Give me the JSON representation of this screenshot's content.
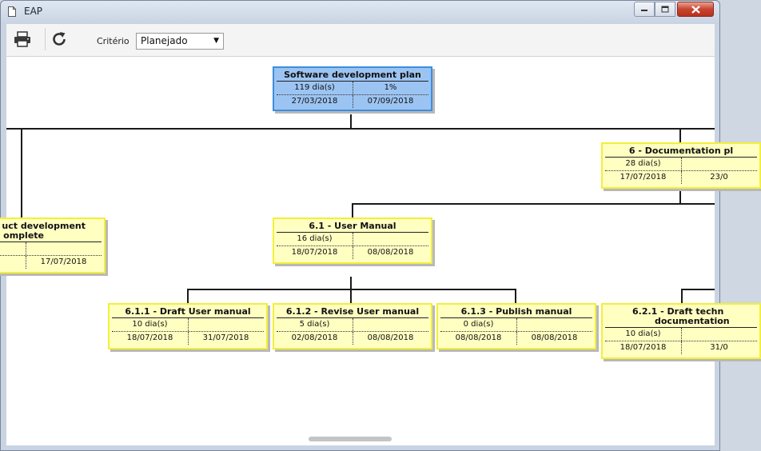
{
  "window": {
    "title": "EAP",
    "colors": {
      "close": "#c8442f"
    }
  },
  "toolbar": {
    "print_icon": "printer-icon",
    "refresh_icon": "refresh-icon",
    "criteria_label": "Critério",
    "criteria_value": "Planejado"
  },
  "nodes": {
    "root": {
      "title": "Software development plan",
      "duration": "119 dia(s)",
      "progress": "1%",
      "start": "27/03/2018",
      "end": "07/09/2018"
    },
    "n6": {
      "title": "6 - Documentation pl",
      "duration": "28 dia(s)",
      "progress": "",
      "start": "17/07/2018",
      "end": "23/0"
    },
    "n5": {
      "title_line1": "uct development",
      "title_line2": "omplete",
      "duration": "",
      "progress": "",
      "start": "",
      "end": "17/07/2018"
    },
    "n61": {
      "title": "6.1 - User Manual",
      "duration": "16 dia(s)",
      "progress": "",
      "start": "18/07/2018",
      "end": "08/08/2018"
    },
    "n611": {
      "title": "6.1.1 - Draft User manual",
      "duration": "10 dia(s)",
      "progress": "",
      "start": "18/07/2018",
      "end": "31/07/2018"
    },
    "n612": {
      "title": "6.1.2 - Revise User manual",
      "duration": "5 dia(s)",
      "progress": "",
      "start": "02/08/2018",
      "end": "08/08/2018"
    },
    "n613": {
      "title": "6.1.3 - Publish manual",
      "duration": "0 dia(s)",
      "progress": "",
      "start": "08/08/2018",
      "end": "08/08/2018"
    },
    "n621": {
      "title_line1": "6.2.1 - Draft techn",
      "title_line2": "documentation",
      "duration": "10 dia(s)",
      "progress": "",
      "start": "18/07/2018",
      "end": "31/0"
    }
  }
}
